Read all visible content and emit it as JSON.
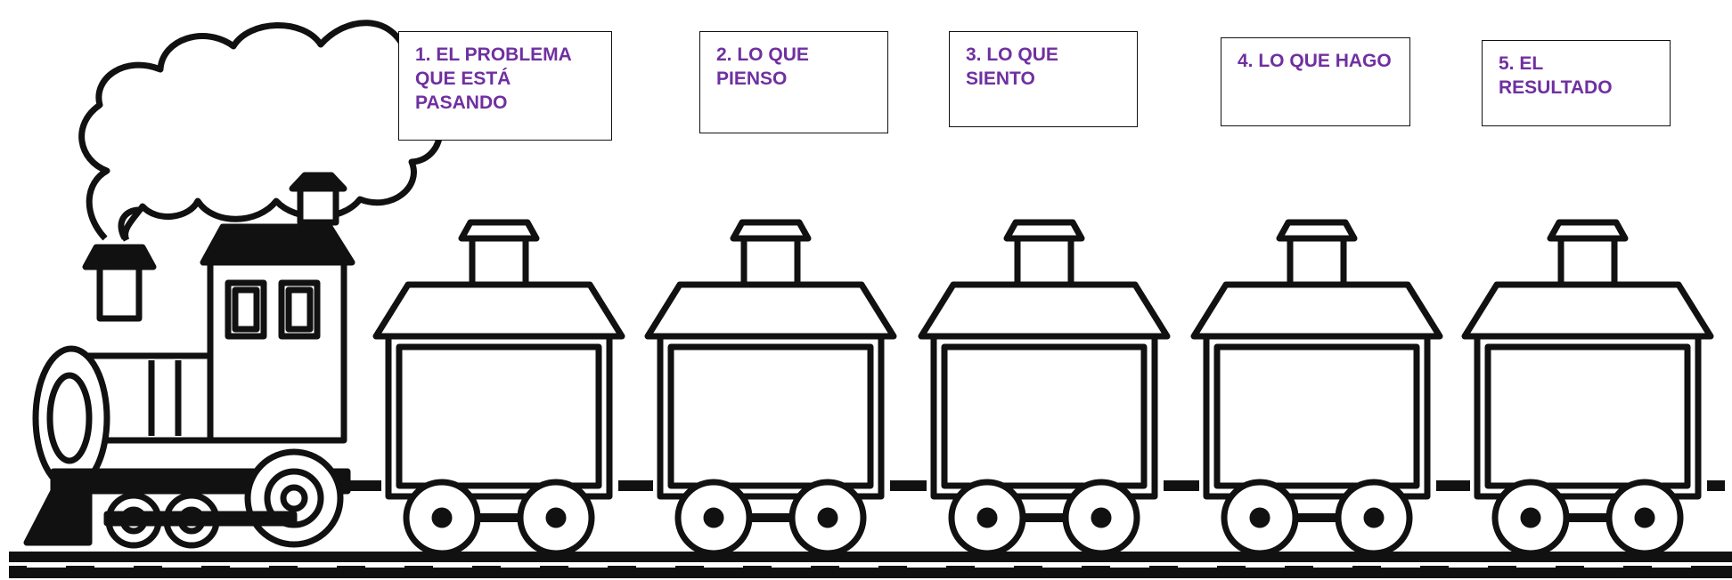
{
  "colors": {
    "label_text": "#7030a0",
    "line": "#111111",
    "background": "#ffffff"
  },
  "icons": [
    "smoke-cloud-icon",
    "locomotive-icon",
    "train-car-icon",
    "rail-track-icon"
  ],
  "steps": [
    {
      "number": "1.",
      "text": "EL PROBLEMA QUE ESTÁ PASANDO"
    },
    {
      "number": "2.",
      "text": "LO QUE PIENSO"
    },
    {
      "number": "3.",
      "text": "LO QUE SIENTO"
    },
    {
      "number": "4.",
      "text": "LO QUE HAGO"
    },
    {
      "number": "5.",
      "text": "EL RESULTADO"
    }
  ]
}
